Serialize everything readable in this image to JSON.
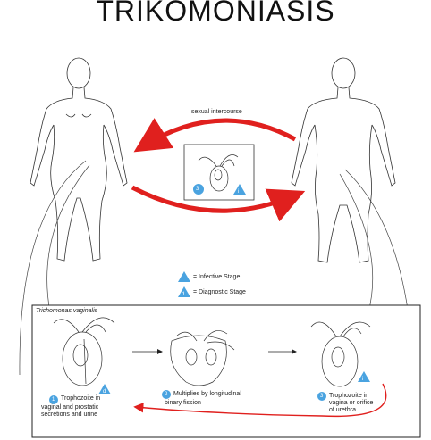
{
  "title": "TRIKOMONIASIS",
  "arrow_label": "sexual intercourse",
  "legend": {
    "infective": {
      "symbol": "i",
      "text": "= Infective Stage"
    },
    "diagnostic": {
      "symbol": "d",
      "text": "= Diagnostic Stage"
    }
  },
  "box_title": "Trichomonas vaginalis",
  "inset": {
    "step": "3",
    "stage_symbol": "i"
  },
  "stages": [
    {
      "step": "1",
      "stage_symbol": "d",
      "lines": [
        "Trophozoite in",
        "vaginal and prostatic",
        "secretions and urine"
      ]
    },
    {
      "step": "2",
      "lines": [
        "Multiplies by longitudinal",
        "binary fission"
      ]
    },
    {
      "step": "3",
      "stage_symbol": "i",
      "lines": [
        "Trophozoite in",
        "vagina or orifice",
        "of urethra"
      ]
    }
  ],
  "colors": {
    "arrow": "#e0201e",
    "badge": "#4aa3e0",
    "line": "#222222"
  }
}
